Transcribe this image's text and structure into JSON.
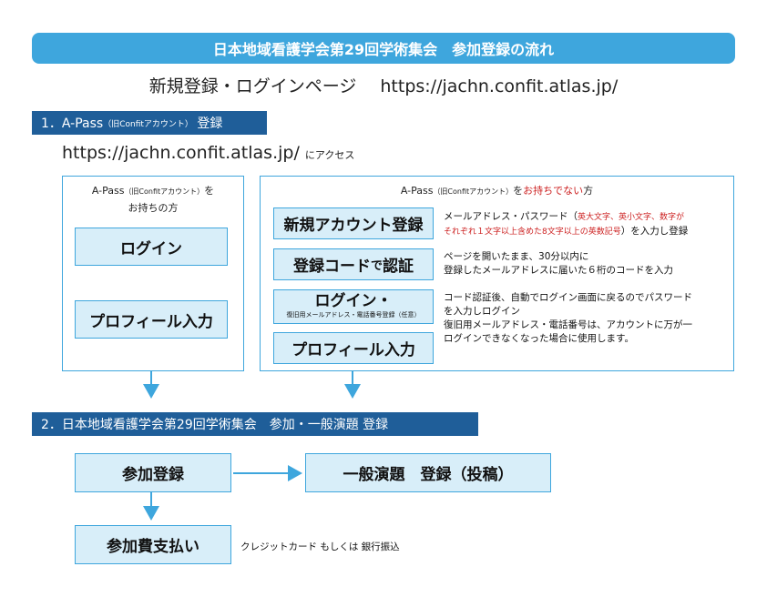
{
  "banner": {
    "title": "日本地域看護学会第29回学術集会　参加登録の流れ"
  },
  "subtitle": {
    "label": "新規登録・ログインページ",
    "url": "https://jachn.confit.atlas.jp/"
  },
  "step1": {
    "prefix": "1．A-Pass",
    "paren": "（旧Confitアカウント）",
    "suffix": "登録",
    "url": "https://jachn.confit.atlas.jp/",
    "access": "にアクセス"
  },
  "left_panel": {
    "title_prefix": "A-Pass",
    "title_paren": "（旧Confitアカウント）",
    "title_suffix": "を",
    "title_line2": "お持ちの方",
    "box_login": "ログイン",
    "box_profile": "プロフィール入力"
  },
  "right_panel": {
    "title_prefix": "A-Pass",
    "title_paren": "（旧Confitアカウント）",
    "title_mid": "を",
    "title_red": "お持ちでない",
    "title_end": "方",
    "box_new_account": "新規アカウント登録",
    "box_code_a": "登録コード",
    "box_code_b": "で",
    "box_code_c": "認証",
    "box_login": "ログイン・",
    "box_login_sub": "復旧用メールアドレス・電話番号登録（任意）",
    "box_profile": "プロフィール入力",
    "note1_a": "メールアドレス・パスワード（",
    "note1_red1": "英大文字、英小文字、数字が",
    "note1_red2": "それぞれ１文字以上含めた8文字以上の英数記号",
    "note1_b": "）を入力し登録",
    "note2_line1": "ページを開いたまま、30分以内に",
    "note2_line2": "登録したメールアドレスに届いた６桁のコードを入力",
    "note3_line1": "コード認証後、自動でログイン画面に戻るのでパスワード",
    "note3_line2": "を入力しログイン",
    "note3_line3": "復旧用メールアドレス・電話番号は、アカウントに万が一",
    "note3_line4": "ログインできなくなった場合に使用します。"
  },
  "step2": {
    "title": "2．日本地域看護学会第29回学術集会　参加・一般演題 登録",
    "box_register": "参加登録",
    "box_abstract": "一般演題　登録（投稿）",
    "box_payment": "参加費支払い",
    "payment_note": "クレジットカード もしくは 銀行振込"
  },
  "colors": {
    "banner": "#3ea6dd",
    "section": "#1f5e99",
    "box_fill": "#d8eef9",
    "accent_red": "#cc1f1f"
  }
}
